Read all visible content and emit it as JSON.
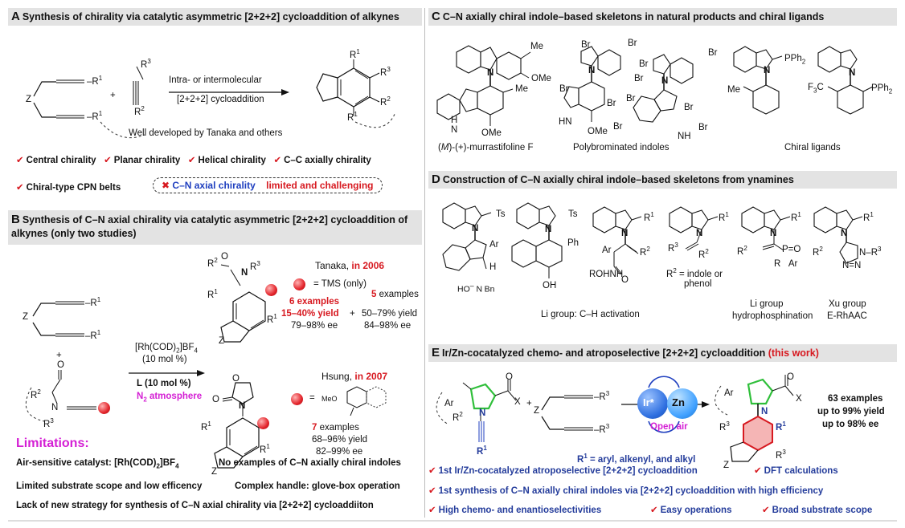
{
  "panelA": {
    "letter": "A",
    "title": "Synthesis of chirality via catalytic asymmetric [2+2+2] cycloaddition of alkynes",
    "arrow_top": "Intra- or intermolecular",
    "arrow_bottom": "[2+2+2] cycloaddition",
    "note": "Well developed by Tanaka and others",
    "labels": {
      "Z": "Z",
      "R1": "R1",
      "R2": "R2",
      "R3": "R3",
      "plus": "+"
    },
    "checks": [
      "Central chirality",
      "Planar chirality",
      "Helical chirality",
      "C–C axially chirality"
    ],
    "belts": "Chiral-type CPN belts",
    "pill_cross": "✖",
    "pill_blue": "C–N  axial chirality",
    "pill_red": "limited and challenging"
  },
  "panelB": {
    "letter": "B",
    "title": "Synthesis of C–N axial chirality via catalytic asymmetric [2+2+2] cycloaddition of alkynes (only two studies)",
    "catalyst": "[Rh(COD)2]BF4",
    "cat_load": "(10 mol %)",
    "ligand": "L (10 mol %)",
    "atmosphere": "N2 atmosphere",
    "tanaka": "Tanaka,",
    "tanaka_year": "in 2006",
    "tms": "= TMS (only)",
    "ex6": "6 examples",
    "yield6": "15–40% yield",
    "ee6": "79–98% ee",
    "plus": "+",
    "ex5": "5 examples",
    "yield5": "50–79% yield",
    "ee5": "84–98% ee",
    "hsung": "Hsung,",
    "hsung_year": "in 2007",
    "meo": "MeO",
    "ex7": "7 examples",
    "yield7": "68–96% yield",
    "ee7": "82–99% ee",
    "limitations_title": "Limitations:",
    "lim1a": "Air-sensitive catalyst: [Rh(COD)2]BF4",
    "lim1b": "No examples of C–N axially chiral indoles",
    "lim2a": "Limited substrate scope and low efficency",
    "lim2b": "Complex handle: glove-box operation",
    "lim3": "Lack of new strategy for synthesis of C–N axial chirality via [2+2+2] cycloaddiiton"
  },
  "panelC": {
    "letter": "C",
    "title": "C–N axially chiral indole–based skeletons in natural products and chiral ligands",
    "cap1": "(M)-(+)-murrastifoline F",
    "cap2": "Polybrominated indoles",
    "cap3": "Chiral ligands",
    "me": "Me",
    "ome": "OMe",
    "br": "Br",
    "nh": "NH",
    "pph2": "PPh2",
    "f3c": "F3C"
  },
  "panelD": {
    "letter": "D",
    "title": "Construction of C–N axially chiral indole–based skeletons from ynamines",
    "ts": "Ts",
    "ar": "Ar",
    "ph": "Ph",
    "oh": "OH",
    "rohnh": "ROHNH",
    "ho_n_bn": "HO  N  Bn",
    "r2def": "R2 = indole or",
    "r2def2": "phenol",
    "li1": "Li group: C–H activation",
    "li2a": "Li group",
    "li2b": "hydrophosphination",
    "xu_a": "Xu group",
    "xu_b": "E-RhAAC"
  },
  "panelE": {
    "letter": "E",
    "title": "Ir/Zn-cocatalyzed chemo- and atroposelective [2+2+2] cycloaddition",
    "title_tag": "(this work)",
    "ir": "Ir*",
    "zn": "Zn",
    "open_air": "Open air",
    "r1def": "R1 = aryl, alkenyl, and alkyl",
    "ex63": "63 examples",
    "yield99": "up to 99% yield",
    "ee98": "up to 98% ee",
    "f1": "1st Ir/Zn-cocatalyzed atroposelective [2+2+2] cycloaddition",
    "f2": "DFT calculations",
    "f3": "1st synthesis of C–N axially chiral indoles via [2+2+2] cycloaddition with high efficiency",
    "f4": "High chemo- and enantioselectivities",
    "f5": "Easy operations",
    "f6": "Broad substrate scope"
  },
  "colors": {
    "header": "#e3e3e3",
    "red": "#d71920",
    "blue": "#1f3fbf",
    "magenta": "#d41fd4",
    "green": "#2fbf3a",
    "ir_blue": "#2e6fe0",
    "zn_blue": "#3fa0ff"
  }
}
